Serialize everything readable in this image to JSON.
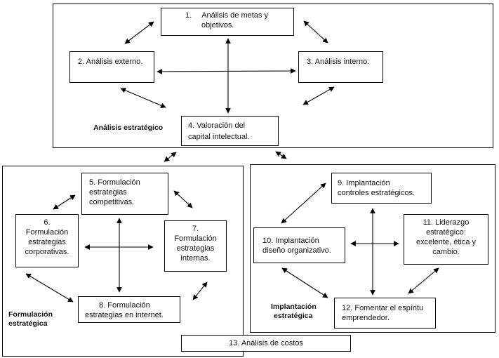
{
  "sections": {
    "strategic": "Análisis estratégico",
    "formulation": [
      "Formulación",
      "estratégica"
    ],
    "implementation": [
      "Implantación",
      "estratégica"
    ]
  },
  "boxes": {
    "b1": [
      "1.",
      "Análisis de metas y",
      "objetivos."
    ],
    "b2": "2. Análisis externo.",
    "b3": "3. Análisis interno.",
    "b4": [
      "4. Valoración del",
      "capital intelectual."
    ],
    "b5": [
      "5. Formulación",
      "estrategias",
      "competitivas."
    ],
    "b6": [
      "6.",
      "Formulación",
      "estrategias",
      "corporativas."
    ],
    "b7": [
      "7.",
      "Formulación",
      "estrategias",
      "internas."
    ],
    "b8": [
      "8. Formulación",
      "estrategias en internet."
    ],
    "b9": [
      "9. Implantación",
      "controles estratégicos."
    ],
    "b10": [
      "10. Implantación",
      "diseño organizativo."
    ],
    "b11": [
      "11. Liderazgo",
      "estratégico:",
      "excelente, ética y",
      "cambio."
    ],
    "b12": [
      "12. Fomentar el espíritu",
      "emprendedor."
    ],
    "b13": "13. Análisis de costos"
  }
}
